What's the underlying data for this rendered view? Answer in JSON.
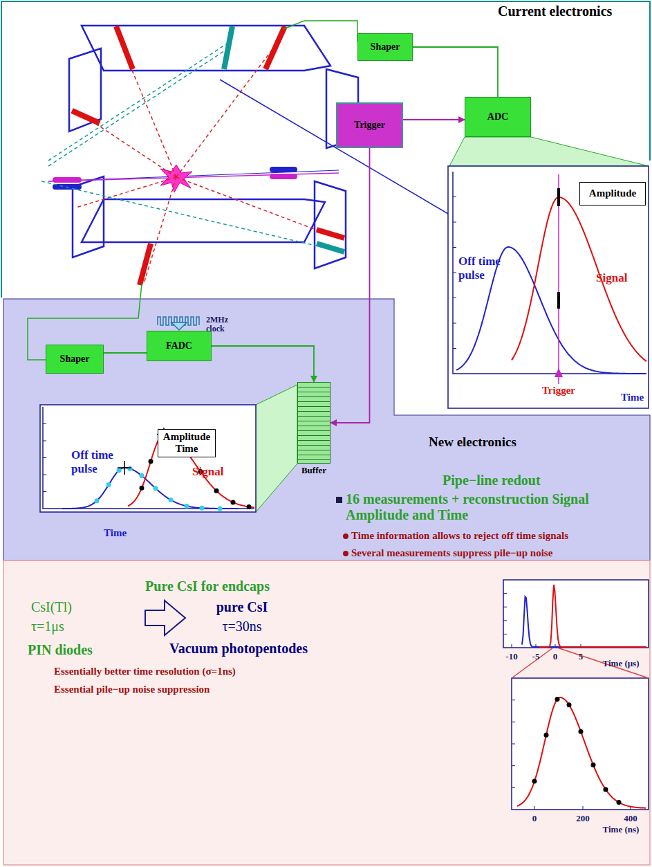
{
  "diagram": {
    "nodes": [
      {
        "text": [
          "Shaper"
        ]
      },
      {
        "text": [
          "ADC"
        ]
      },
      {
        "text": [
          "Trigger"
        ]
      },
      {
        "text": [
          "Amplitude"
        ]
      },
      {
        "text": [
          "Shaper"
        ]
      },
      {
        "text": [
          "FADC"
        ]
      },
      {
        "text": [
          "Buffer"
        ]
      },
      {
        "text": [
          "Amplitude",
          "Time"
        ]
      }
    ],
    "edges": [
      {
        "from": 0,
        "to": 1,
        "arrow": "none"
      },
      {
        "from": 2,
        "to": 1,
        "arrow": "to"
      },
      {
        "from": 2,
        "to": 6,
        "arrow": "to"
      },
      {
        "from": 4,
        "to": 5,
        "arrow": "none"
      },
      {
        "from": 5,
        "to": 6,
        "arrow": "to"
      }
    ],
    "labels": [
      "Current electronics",
      "Off time pulse",
      "Signal",
      "Trigger",
      "Time",
      "2MHz clock",
      "Off time pulse",
      "Signal",
      "Time",
      "New electronics",
      "Pipe−line redout",
      "16 measurements + reconstruction Signal Amplitude and Time",
      "Time information allows to reject off time signals",
      "Several measurements suppress pile−up noise",
      "Pure CsI for endcaps",
      "CsI(Tl)",
      "τ=1μs",
      "PIN diodes",
      "pure CsI",
      "τ=30ns",
      "Vacuum photopentodes",
      "Essentially better time resolution (σ=1ns)",
      "Essential pile−up noise suppression",
      "-10",
      "-5",
      "0",
      "5",
      "Time (μs)",
      "0",
      "200",
      "400",
      "Time (ns)"
    ]
  }
}
